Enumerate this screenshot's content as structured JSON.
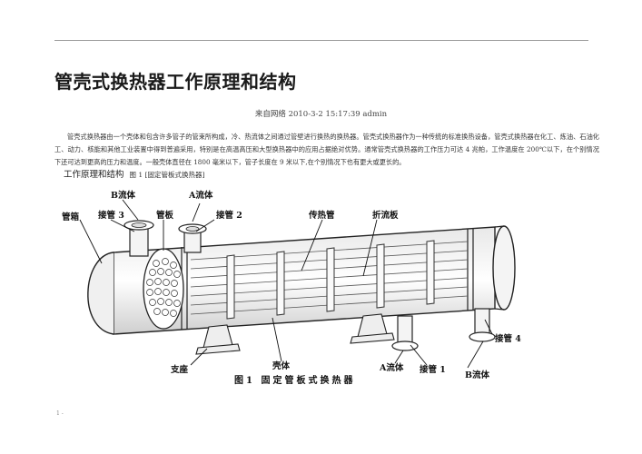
{
  "article": {
    "title": "管壳式换热器工作原理和结构",
    "source": "来自网络",
    "datetime": "2010-3-2 15:17:39",
    "author": "admin",
    "paragraph": "管壳式换热器由一个壳体和包含许多管子的管束所构成，冷、热流体之间通过管壁进行换热的换热器。管壳式换热器作为一种传统的标准换热设备，管壳式换热器在化工、炼油、石油化工、动力、核能和其他工业装置中得到普遍采用，特别是在高温高压和大型换热器中的应用占据绝对优势。通常管壳式换热器的工作压力可达 4 兆帕，工作温度在 200℃以下，在个别情况下还可达到更高的压力和温度。一般壳体直径在 1800 毫米以下，管子长度在 9 米以下,在个别情况下也有更大或更长的。",
    "subheading": "工作原理和结构",
    "figure_ref": "图 1 [固定管板式换热器]"
  },
  "figure": {
    "labels": {
      "b_fluid_top": "B流体",
      "a_fluid_top": "A流体",
      "tube_box": "管箱",
      "nozzle3": "接管 3",
      "tube_sheet": "管板",
      "nozzle2": "接管 2",
      "heat_tube": "传热管",
      "baffle": "折流板",
      "nozzle4": "接管 4",
      "support": "支座",
      "shell": "壳体",
      "a_fluid_bottom": "A流体",
      "nozzle1": "接管 1",
      "b_fluid_bottom": "B流体"
    },
    "caption": "图1 固定管板式换热器"
  },
  "page_mark": "1 -"
}
